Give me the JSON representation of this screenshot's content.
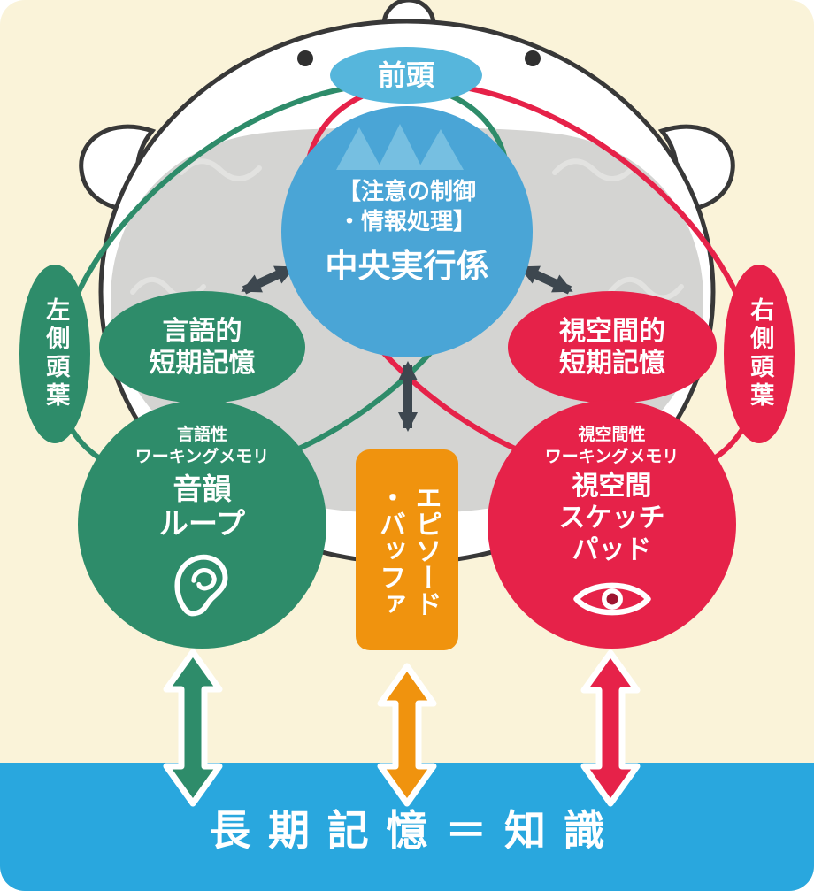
{
  "labels": {
    "frontal": "前頭",
    "ce_note": "【注意の制御\n・情報処理】",
    "ce_title": "中央実行係",
    "verbal_stm": "言語的\n短期記憶",
    "visuospatial_stm": "視空間的\n短期記憶",
    "left_temporal": "左側頭葉",
    "right_temporal": "右側頭葉",
    "phono_note": "言語性\nワーキングメモリ",
    "phono_title": "音韻\nループ",
    "episodic_buffer": "エピソード\n・バッファ",
    "sketch_note": "視空間性\nワーキングメモリ",
    "sketch_title": "視空間\nスケッチ\nパッド",
    "ltm": "長期記憶＝知識"
  },
  "icons": {
    "phonological_loop": "ear-icon",
    "visuospatial_sketchpad": "eye-icon"
  },
  "colors": {
    "background": "#FAF3D9",
    "band_blue": "#29A7DE",
    "central_blue": "#4AA5D6",
    "frontal_blue": "#56B6DC",
    "green": "#2E8C6A",
    "red": "#E62249",
    "orange": "#F0930E",
    "brain_gray": "#D4D4D2",
    "outline_dark": "#383838",
    "arrow_slate": "#3D474F"
  }
}
